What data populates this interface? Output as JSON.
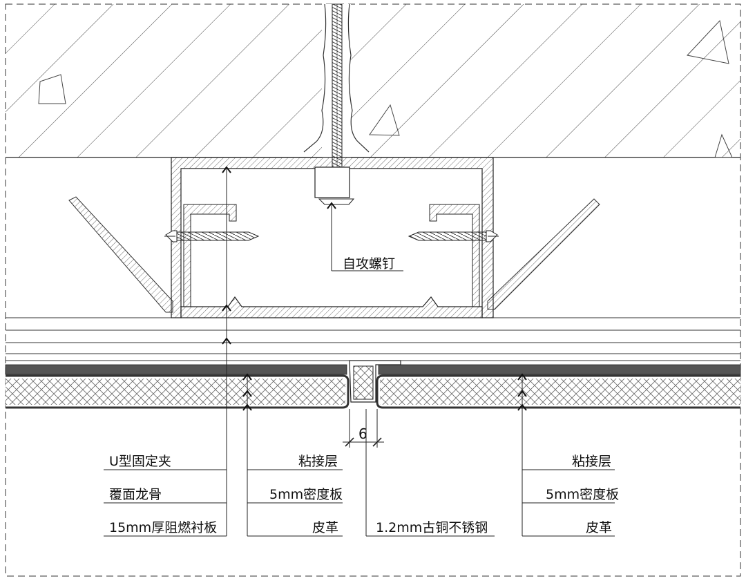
{
  "labels": {
    "self_tapping_screw": "自攻螺钉",
    "u_clip": "U型固定夹",
    "keel": "覆面龙骨",
    "fr_board": "15mm厚阻燃衬板",
    "adhesive_left": "粘接层",
    "mdf_left": "5mm密度板",
    "leather_left": "皮革",
    "steel_strip": "1.2mm古铜不锈钢",
    "adhesive_right": "粘接层",
    "mdf_right": "5mm密度板",
    "leather_right": "皮革"
  },
  "dimension": {
    "gap": "6"
  },
  "colors": {
    "line": "#1a1a1a",
    "dark_layer": "#555555",
    "paper": "#ffffff"
  }
}
